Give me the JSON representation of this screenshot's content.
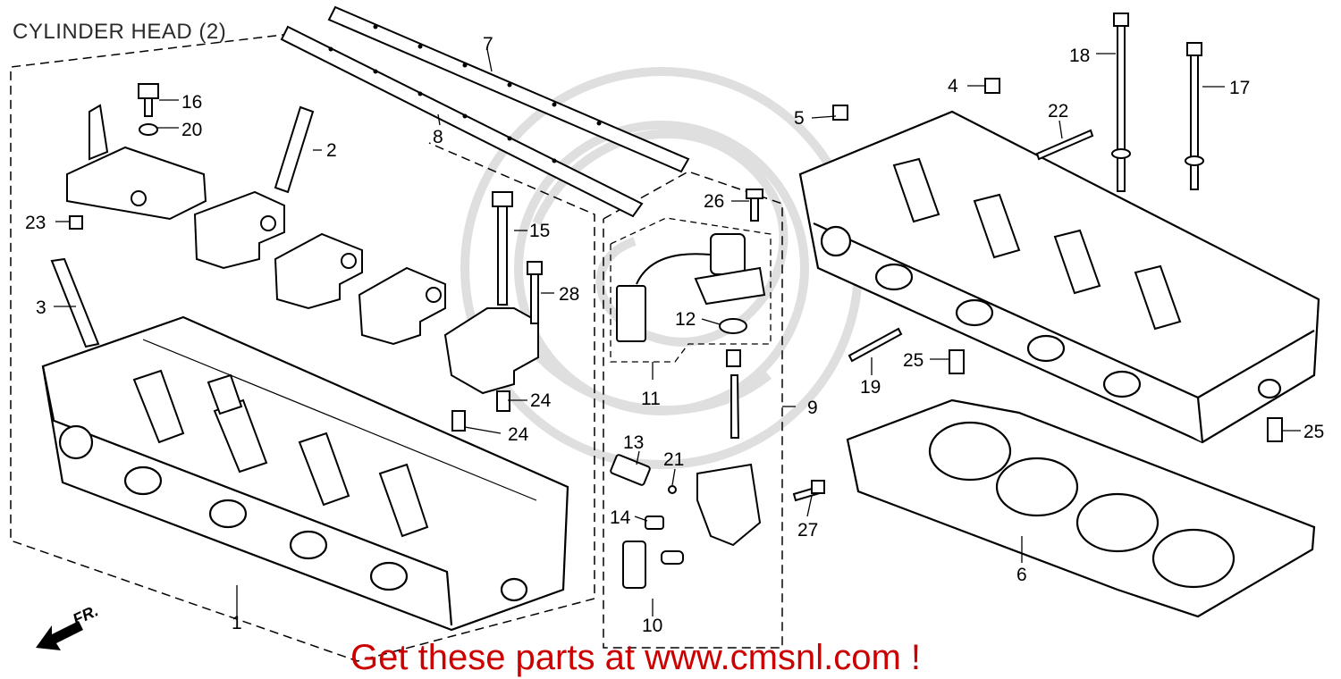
{
  "title": "CYLINDER HEAD (2)",
  "banner": "Get these parts at www.cmsnl.com !",
  "direction_marker": "FR.",
  "callouts": {
    "1": "1",
    "2": "2",
    "3": "3",
    "4": "4",
    "5": "5",
    "6": "6",
    "7": "7",
    "8": "8",
    "9": "9",
    "10": "10",
    "11": "11",
    "12": "12",
    "13": "13",
    "14": "14",
    "15": "15",
    "16": "16",
    "17": "17",
    "18": "18",
    "19": "19",
    "20": "20",
    "21": "21",
    "22": "22",
    "23": "23",
    "24a": "24",
    "24b": "24",
    "25a": "25",
    "25b": "25",
    "26": "26",
    "27": "27",
    "28": "28"
  },
  "colors": {
    "line": "#000000",
    "banner": "#cc0000",
    "watermark": "#d9d9d9"
  }
}
